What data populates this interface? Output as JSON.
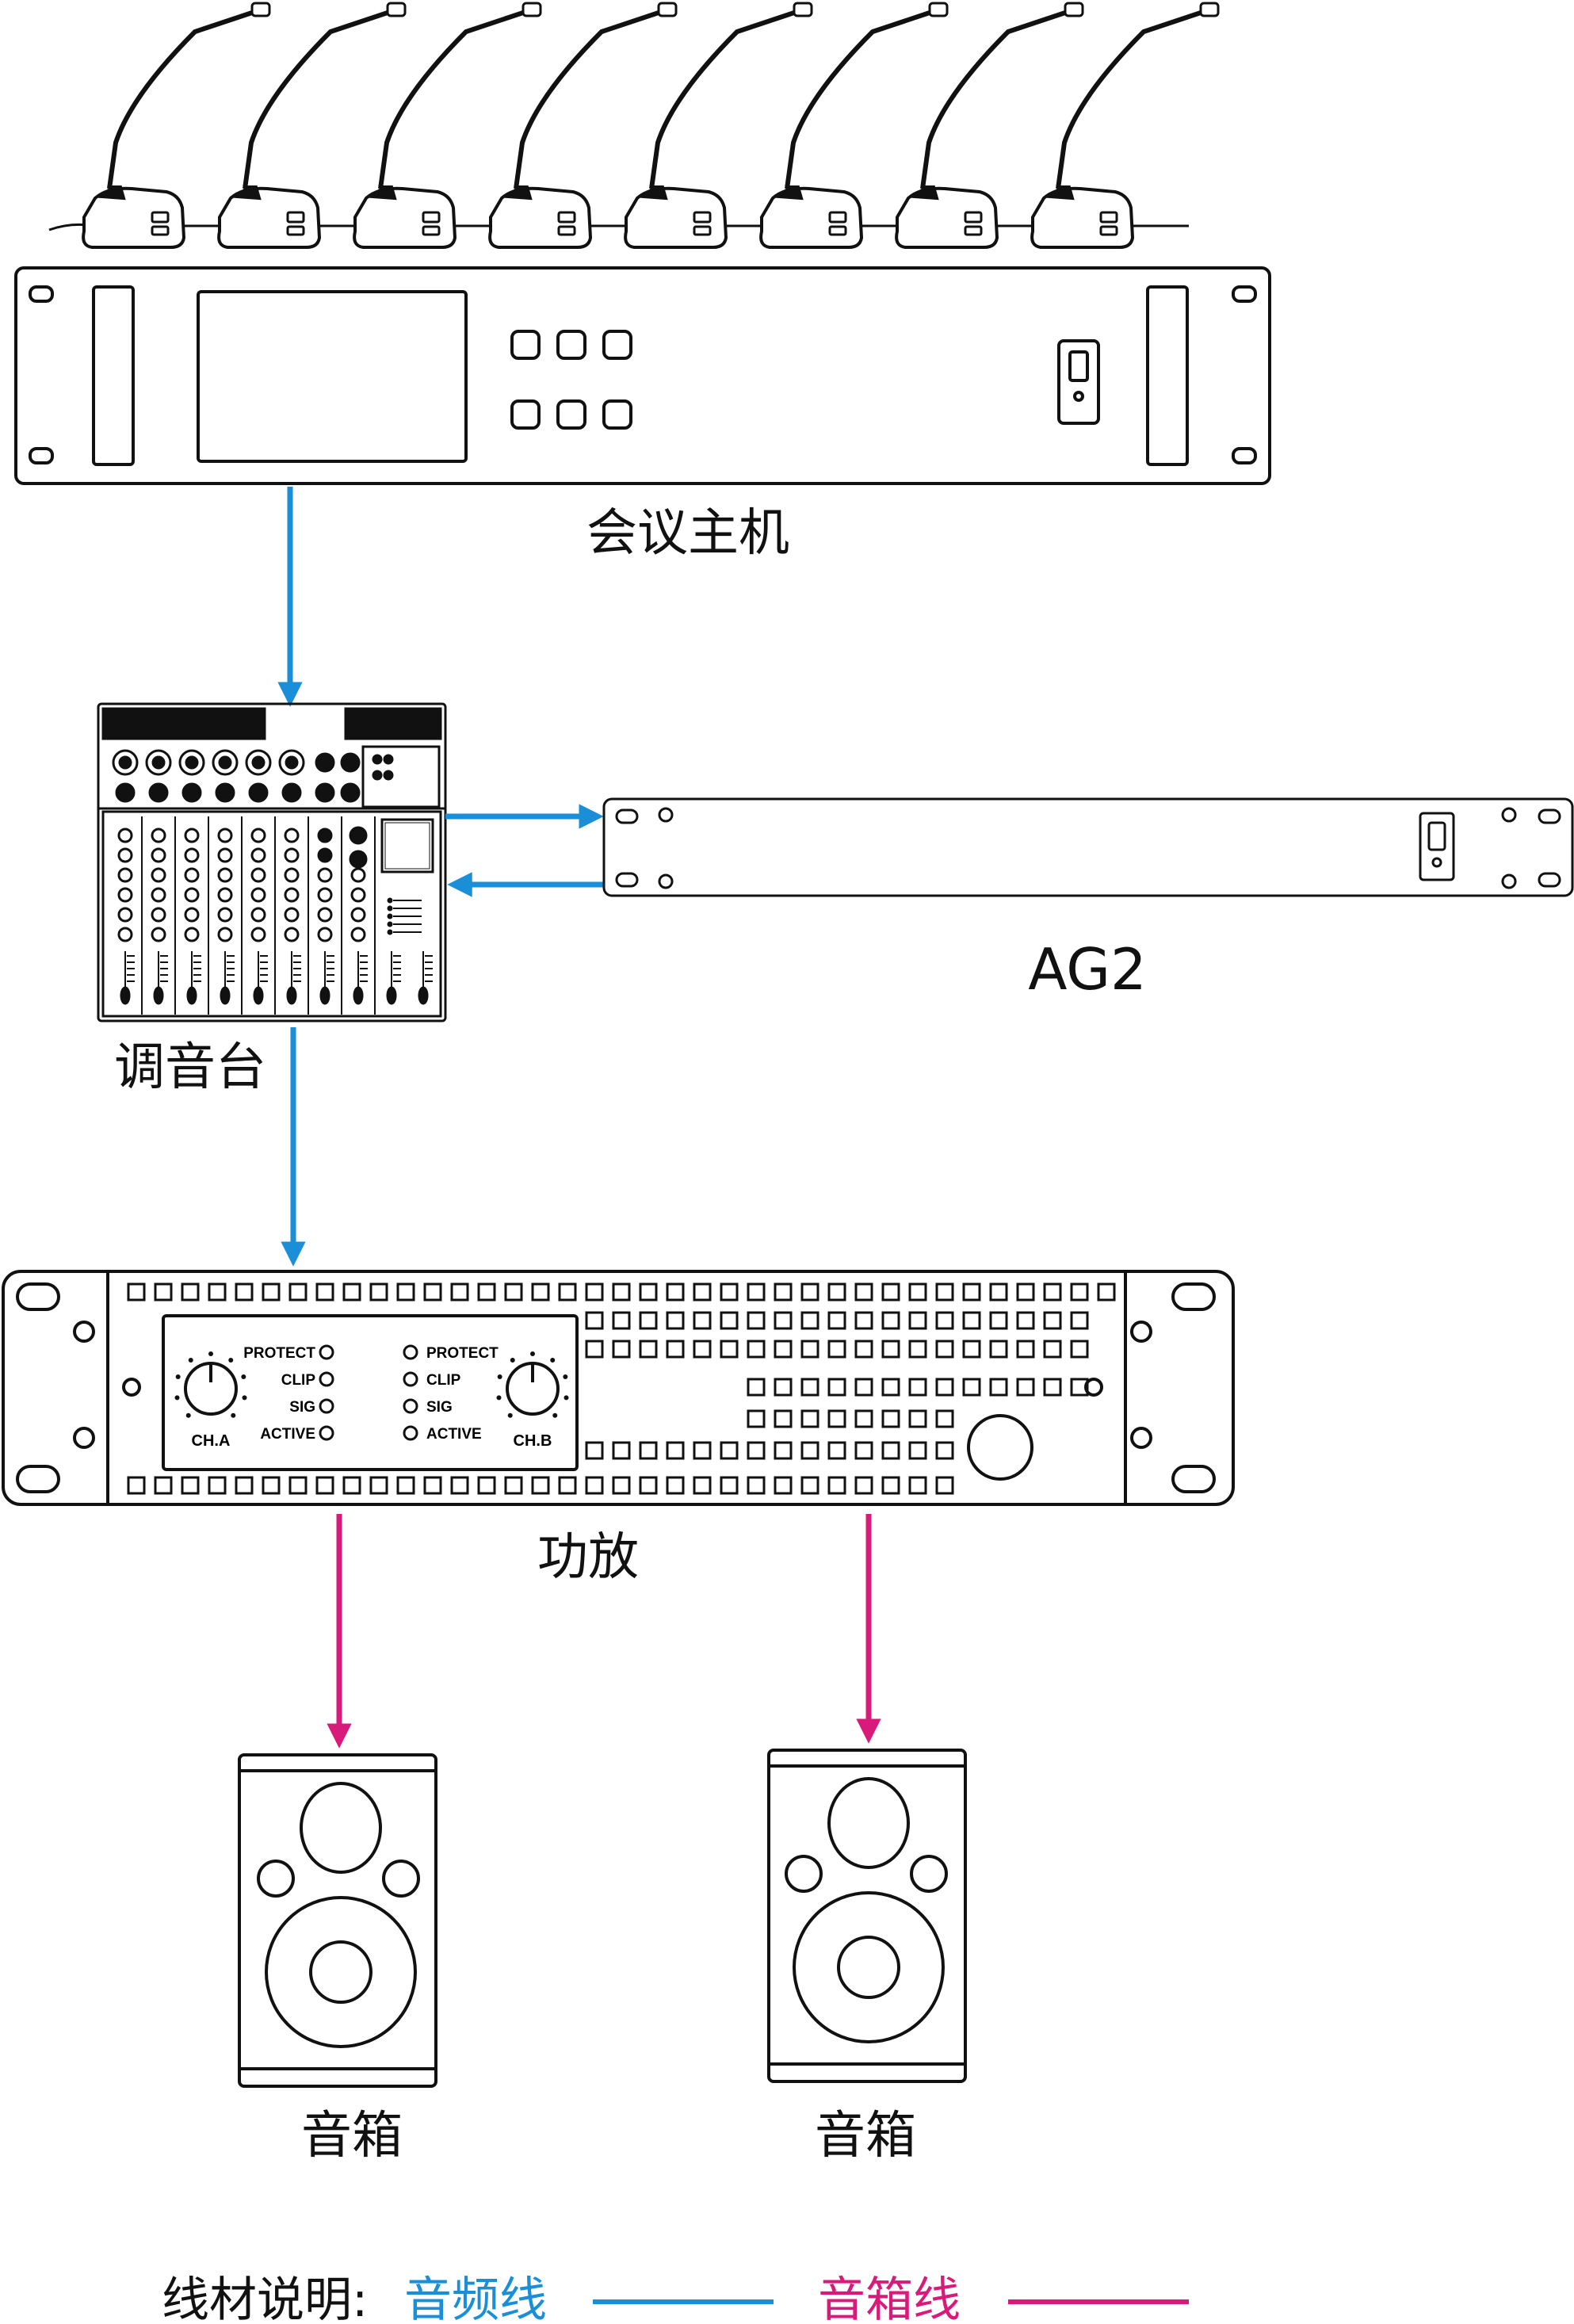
{
  "devices": {
    "conference_host": {
      "label": "会议主机"
    },
    "mixer": {
      "label": "调音台"
    },
    "ag2": {
      "label": "AG2"
    },
    "amplifier": {
      "label": "功放",
      "indicators": [
        "PROTECT",
        "CLIP",
        "SIG",
        "ACTIVE"
      ],
      "channel_a": "CH.A",
      "channel_b": "CH.B"
    },
    "speaker_left": {
      "label": "音箱"
    },
    "speaker_right": {
      "label": "音箱"
    }
  },
  "microphones": {
    "count": 8
  },
  "legend": {
    "prefix": "线材说明:",
    "audio_line": {
      "label": "音频线",
      "color": "#1a8fd8"
    },
    "speaker_line": {
      "label": "音箱线",
      "color": "#d81b7a"
    }
  },
  "colors": {
    "audio": "#1a8fd8",
    "speaker": "#d81b7a",
    "outline": "#111111"
  }
}
